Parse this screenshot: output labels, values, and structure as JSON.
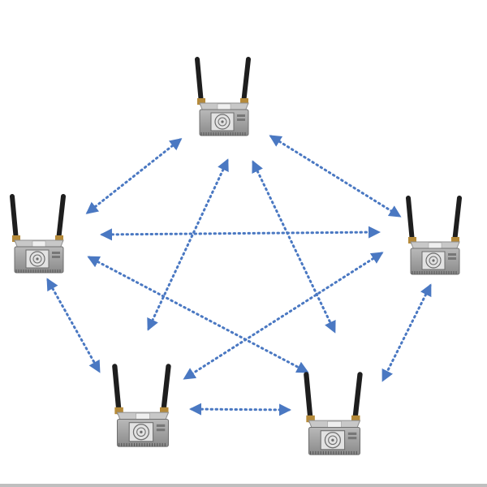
{
  "diagram": {
    "type": "mesh-network",
    "colors": {
      "link": "#4a78c2",
      "device_body": "#9a9a9a",
      "device_top": "#c8c8c8",
      "antenna": "#1e1e1e",
      "fan_grille": "#6d6d6d"
    },
    "nodes": [
      {
        "id": "top",
        "label": ""
      },
      {
        "id": "left",
        "label": ""
      },
      {
        "id": "right",
        "label": ""
      },
      {
        "id": "bottom-left",
        "label": ""
      },
      {
        "id": "bottom-right",
        "label": ""
      }
    ],
    "links": [
      {
        "from": "top",
        "to": "left"
      },
      {
        "from": "top",
        "to": "right"
      },
      {
        "from": "top",
        "to": "bottom-left"
      },
      {
        "from": "top",
        "to": "bottom-right"
      },
      {
        "from": "left",
        "to": "right"
      },
      {
        "from": "left",
        "to": "bottom-left"
      },
      {
        "from": "left",
        "to": "bottom-right"
      },
      {
        "from": "right",
        "to": "bottom-left"
      },
      {
        "from": "right",
        "to": "bottom-right"
      },
      {
        "from": "bottom-left",
        "to": "bottom-right"
      }
    ]
  }
}
